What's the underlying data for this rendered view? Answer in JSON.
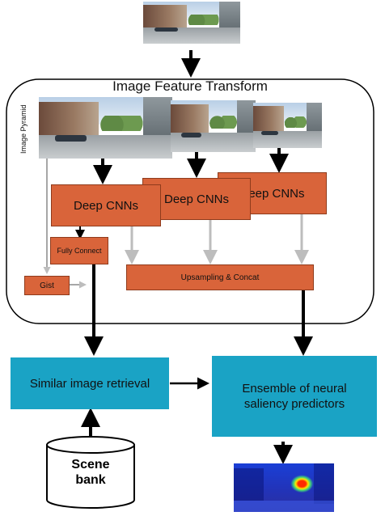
{
  "title": "Image Feature Transform",
  "pyramid_label": "Image Pyramid",
  "deep_cnns": "Deep CNNs",
  "fully_connect": "Fully Connect",
  "gist": "Gist",
  "upsampling": "Upsampling & Concat",
  "similar_retrieval": "Similar image retrieval",
  "ensemble": "Ensemble of neural saliency predictors",
  "scene_bank": "Scene bank",
  "colors": {
    "orange": "#d9643a",
    "teal": "#1aa3c5",
    "arrow_dark": "#000000",
    "arrow_light": "#bdbdbd"
  }
}
